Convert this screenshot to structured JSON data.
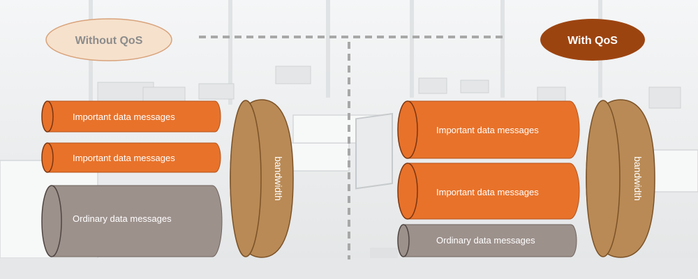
{
  "colors": {
    "important": "#e8722a",
    "ordinary": "#9d918c",
    "bandwidth": "#b98a55",
    "without_badge": "#f6e1cc",
    "with_badge": "#9c4410",
    "divider": "#a8a8a8"
  },
  "left": {
    "badge": "Without QoS",
    "messages": [
      {
        "label": "Important data messages",
        "kind": "important"
      },
      {
        "label": "Important data messages",
        "kind": "important"
      },
      {
        "label": "Ordinary data messages",
        "kind": "ordinary"
      }
    ],
    "bandwidth_label": "bandwidth"
  },
  "right": {
    "badge": "With QoS",
    "messages": [
      {
        "label": "Important data messages",
        "kind": "important"
      },
      {
        "label": "Important data messages",
        "kind": "important"
      },
      {
        "label": "Ordinary data messages",
        "kind": "ordinary"
      }
    ],
    "bandwidth_label": "bandwidth"
  }
}
